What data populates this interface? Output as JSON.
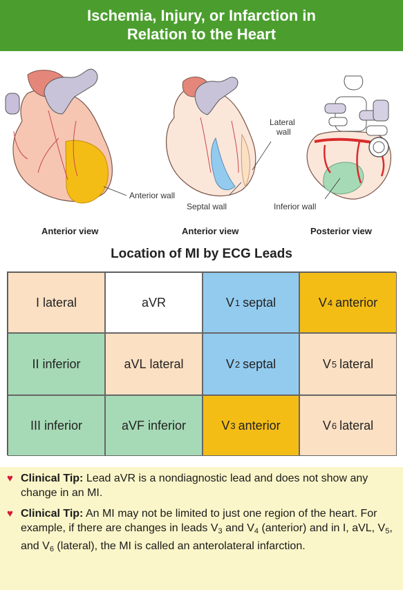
{
  "header": {
    "title_line1": "Ischemia, Injury, or Infarction in",
    "title_line2": "Relation to the Heart"
  },
  "illustration": {
    "label_anterior_wall": "Anterior wall",
    "label_septal_wall": "Septal wall",
    "label_lateral_wall_1": "Lateral",
    "label_lateral_wall_2": "wall",
    "label_inferior_wall": "Inferior wall",
    "views": [
      "Anterior view",
      "Anterior view",
      "Posterior view"
    ],
    "colors": {
      "anterior": "#f4bd16",
      "septal": "#93cbef",
      "inferior": "#a6dab6",
      "lateral": "#fbe0c3",
      "header": "#4b9e2e"
    }
  },
  "table": {
    "title": "Location of MI by ECG Leads",
    "rows": [
      [
        {
          "lead": "I",
          "sub": "",
          "region": "lateral"
        },
        {
          "lead": "aVR",
          "sub": "",
          "region": ""
        },
        {
          "lead": "V",
          "sub": "1",
          "region": "septal"
        },
        {
          "lead": "V",
          "sub": "4",
          "region": "anterior"
        }
      ],
      [
        {
          "lead": "II",
          "sub": "",
          "region": "inferior"
        },
        {
          "lead": "aVL",
          "sub": "",
          "region": "lateral"
        },
        {
          "lead": "V",
          "sub": "2",
          "region": "septal"
        },
        {
          "lead": "V",
          "sub": "5",
          "region": "lateral"
        }
      ],
      [
        {
          "lead": "III",
          "sub": "",
          "region": "inferior"
        },
        {
          "lead": "aVF",
          "sub": "",
          "region": "inferior"
        },
        {
          "lead": "V",
          "sub": "3",
          "region": "anterior"
        },
        {
          "lead": "V",
          "sub": "6",
          "region": "lateral"
        }
      ]
    ]
  },
  "tips": {
    "tip1_label": "Clinical Tip:",
    "tip1_text": " Lead aVR is a nondiagnostic lead and does not show any change in an MI.",
    "tip2_label": "Clinical Tip:",
    "tip2_text_a": " An MI may not be limited to just one region of the heart. For example, if there are changes in leads V",
    "tip2_sub_a": "3",
    "tip2_text_b": " and V",
    "tip2_sub_b": "4",
    "tip2_text_c": " (anterior) and in I, aVL, V",
    "tip2_sub_c": "5",
    "tip2_text_d": ", and V",
    "tip2_sub_d": "6",
    "tip2_text_e": " (lateral), the MI is called an anterolateral infarction."
  }
}
